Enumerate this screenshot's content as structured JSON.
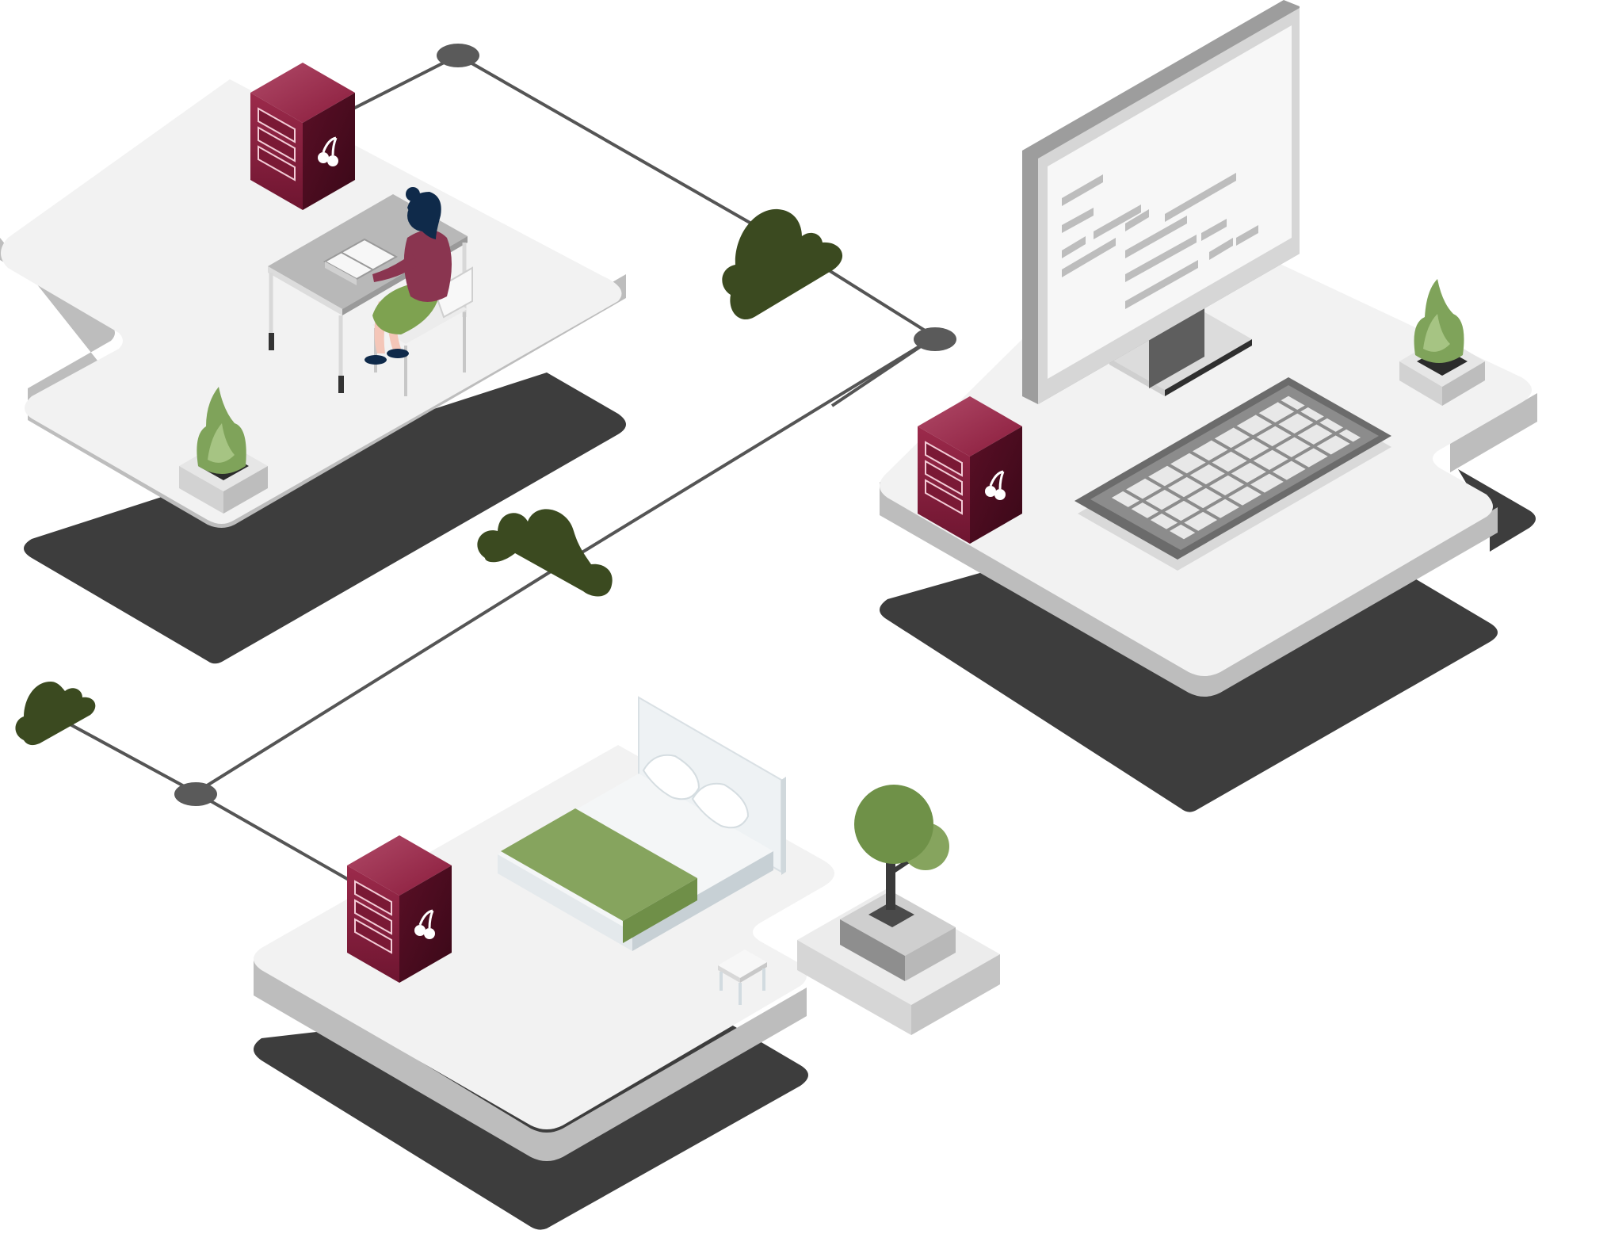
{
  "colors": {
    "background": "#ffffff",
    "platform_top": "#f2f2f2",
    "platform_side": "#bdbdbd",
    "platform_shadow": "#3d3d3d",
    "network_line": "#555555",
    "network_node": "#5a5a5a",
    "cloud": "#3b4a20",
    "server": "#8a1c3c",
    "server_front": "#6e1530",
    "plant": "#7fa35a",
    "bedspread": "#86a45e",
    "tree": "#6f9148",
    "person_top": "#8a3550",
    "person_skirt": "#7ea250",
    "person_hair": "#0f2a4a"
  },
  "scenes": [
    {
      "name": "office-desk-platform",
      "objects": [
        "server-icon",
        "desk",
        "chair",
        "person-reading",
        "open-book",
        "potted-plant"
      ]
    },
    {
      "name": "computer-platform",
      "objects": [
        "server-icon",
        "monitor",
        "keyboard",
        "potted-plant"
      ]
    },
    {
      "name": "bedroom-platform",
      "objects": [
        "server-icon",
        "bed",
        "pillow",
        "pillow",
        "nightstand",
        "potted-tree"
      ]
    }
  ],
  "network": {
    "nodes": 3,
    "clouds": 3,
    "servers": 3
  },
  "server_icon": "cherry-logo-icon"
}
